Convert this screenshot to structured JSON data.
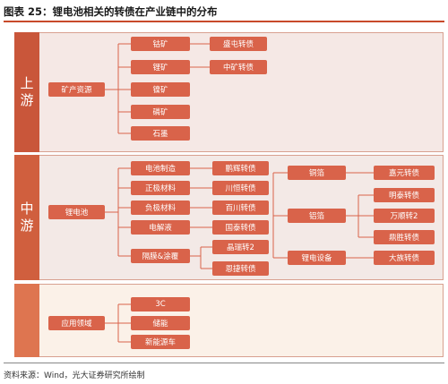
{
  "title": "图表 25：锂电池相关的转债在产业链中的分布",
  "source": "资料来源：Wind，光大证券研究所绘制",
  "stages": {
    "upstream": [
      "上",
      "游"
    ],
    "midstream": [
      "中",
      "游"
    ],
    "downstream": ""
  },
  "upstream": {
    "root": "矿产资源",
    "minerals": [
      "钴矿",
      "锂矿",
      "镍矿",
      "磷矿",
      "石墨"
    ],
    "bonds": {
      "cobalt": "盛屯转债",
      "lithium": "中矿转债"
    }
  },
  "midstream": {
    "root": "锂电池",
    "materials": [
      "电池制造",
      "正极材料",
      "负极材料",
      "电解液",
      "隔膜&涂覆"
    ],
    "bonds_left": [
      "鹏辉转债",
      "川恒转债",
      "百川转债",
      "国泰转债",
      "晶瑞转2",
      "恩捷转债"
    ],
    "components": [
      "铜箔",
      "铝箔",
      "锂电设备"
    ],
    "bonds_right": [
      "嘉元转债",
      "明泰转债",
      "万顺转2",
      "鼎胜转债",
      "大族转债"
    ]
  },
  "downstream": {
    "root": "应用领域",
    "fields": [
      "3C",
      "储能",
      "新能源车"
    ]
  }
}
